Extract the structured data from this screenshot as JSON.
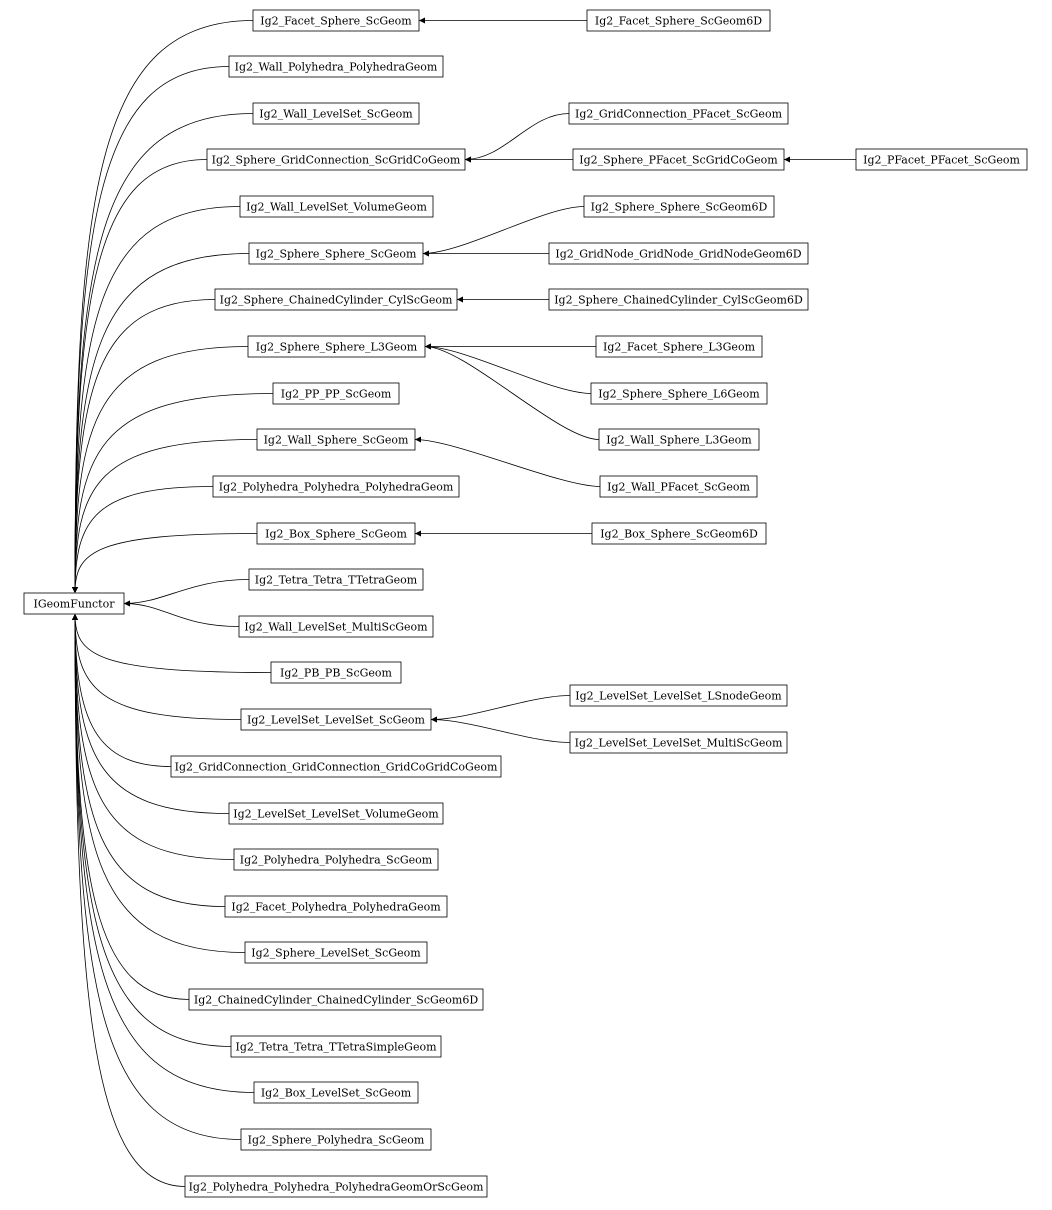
{
  "diagram": {
    "nodes": [
      {
        "id": "root",
        "label": "IGeomFunctor"
      },
      {
        "id": "a1",
        "label": "Ig2_Facet_Sphere_ScGeom"
      },
      {
        "id": "a2",
        "label": "Ig2_Wall_Polyhedra_PolyhedraGeom"
      },
      {
        "id": "a3",
        "label": "Ig2_Wall_LevelSet_ScGeom"
      },
      {
        "id": "a4",
        "label": "Ig2_Sphere_GridConnection_ScGridCoGeom"
      },
      {
        "id": "a5",
        "label": "Ig2_Wall_LevelSet_VolumeGeom"
      },
      {
        "id": "a6",
        "label": "Ig2_Sphere_Sphere_ScGeom"
      },
      {
        "id": "a7",
        "label": "Ig2_Sphere_ChainedCylinder_CylScGeom"
      },
      {
        "id": "a8",
        "label": "Ig2_Sphere_Sphere_L3Geom"
      },
      {
        "id": "a9",
        "label": "Ig2_PP_PP_ScGeom"
      },
      {
        "id": "a10",
        "label": "Ig2_Wall_Sphere_ScGeom"
      },
      {
        "id": "a11",
        "label": "Ig2_Polyhedra_Polyhedra_PolyhedraGeom"
      },
      {
        "id": "a12",
        "label": "Ig2_Box_Sphere_ScGeom"
      },
      {
        "id": "a13",
        "label": "Ig2_Tetra_Tetra_TTetraGeom"
      },
      {
        "id": "a14",
        "label": "Ig2_Wall_LevelSet_MultiScGeom"
      },
      {
        "id": "a15",
        "label": "Ig2_PB_PB_ScGeom"
      },
      {
        "id": "a16",
        "label": "Ig2_LevelSet_LevelSet_ScGeom"
      },
      {
        "id": "a17",
        "label": "Ig2_GridConnection_GridConnection_GridCoGridCoGeom"
      },
      {
        "id": "a18",
        "label": "Ig2_LevelSet_LevelSet_VolumeGeom"
      },
      {
        "id": "a19",
        "label": "Ig2_Polyhedra_Polyhedra_ScGeom"
      },
      {
        "id": "a20",
        "label": "Ig2_Facet_Polyhedra_PolyhedraGeom"
      },
      {
        "id": "a21",
        "label": "Ig2_Sphere_LevelSet_ScGeom"
      },
      {
        "id": "a22",
        "label": "Ig2_ChainedCylinder_ChainedCylinder_ScGeom6D"
      },
      {
        "id": "a23",
        "label": "Ig2_Tetra_Tetra_TTetraSimpleGeom"
      },
      {
        "id": "a24",
        "label": "Ig2_Box_LevelSet_ScGeom"
      },
      {
        "id": "a25",
        "label": "Ig2_Sphere_Polyhedra_ScGeom"
      },
      {
        "id": "a26",
        "label": "Ig2_Polyhedra_Polyhedra_PolyhedraGeomOrScGeom"
      },
      {
        "id": "b1",
        "label": "Ig2_Facet_Sphere_ScGeom6D"
      },
      {
        "id": "b2",
        "label": "Ig2_GridConnection_PFacet_ScGeom"
      },
      {
        "id": "b3",
        "label": "Ig2_Sphere_PFacet_ScGridCoGeom"
      },
      {
        "id": "b4",
        "label": "Ig2_Sphere_Sphere_ScGeom6D"
      },
      {
        "id": "b5",
        "label": "Ig2_GridNode_GridNode_GridNodeGeom6D"
      },
      {
        "id": "b6",
        "label": "Ig2_Sphere_ChainedCylinder_CylScGeom6D"
      },
      {
        "id": "b7",
        "label": "Ig2_Facet_Sphere_L3Geom"
      },
      {
        "id": "b8",
        "label": "Ig2_Sphere_Sphere_L6Geom"
      },
      {
        "id": "b9",
        "label": "Ig2_Wall_Sphere_L3Geom"
      },
      {
        "id": "b10",
        "label": "Ig2_Wall_PFacet_ScGeom"
      },
      {
        "id": "b11",
        "label": "Ig2_Box_Sphere_ScGeom6D"
      },
      {
        "id": "b12",
        "label": "Ig2_LevelSet_LevelSet_LSnodeGeom"
      },
      {
        "id": "b13",
        "label": "Ig2_LevelSet_LevelSet_MultiScGeom"
      },
      {
        "id": "c1",
        "label": "Ig2_PFacet_PFacet_ScGeom"
      }
    ],
    "edges": [
      {
        "from": "a1",
        "to": "root"
      },
      {
        "from": "a2",
        "to": "root"
      },
      {
        "from": "a3",
        "to": "root"
      },
      {
        "from": "a4",
        "to": "root"
      },
      {
        "from": "a5",
        "to": "root"
      },
      {
        "from": "a6",
        "to": "root"
      },
      {
        "from": "a7",
        "to": "root"
      },
      {
        "from": "a8",
        "to": "root"
      },
      {
        "from": "a9",
        "to": "root"
      },
      {
        "from": "a10",
        "to": "root"
      },
      {
        "from": "a11",
        "to": "root"
      },
      {
        "from": "a12",
        "to": "root"
      },
      {
        "from": "a13",
        "to": "root"
      },
      {
        "from": "a14",
        "to": "root"
      },
      {
        "from": "a15",
        "to": "root"
      },
      {
        "from": "a16",
        "to": "root"
      },
      {
        "from": "a17",
        "to": "root"
      },
      {
        "from": "a18",
        "to": "root"
      },
      {
        "from": "a19",
        "to": "root"
      },
      {
        "from": "a20",
        "to": "root"
      },
      {
        "from": "a21",
        "to": "root"
      },
      {
        "from": "a22",
        "to": "root"
      },
      {
        "from": "a23",
        "to": "root"
      },
      {
        "from": "a24",
        "to": "root"
      },
      {
        "from": "a25",
        "to": "root"
      },
      {
        "from": "a26",
        "to": "root"
      },
      {
        "from": "b1",
        "to": "a1"
      },
      {
        "from": "b2",
        "to": "a4"
      },
      {
        "from": "b3",
        "to": "a4"
      },
      {
        "from": "c1",
        "to": "b3"
      },
      {
        "from": "b4",
        "to": "a6"
      },
      {
        "from": "b5",
        "to": "a6"
      },
      {
        "from": "b6",
        "to": "a7"
      },
      {
        "from": "b7",
        "to": "a8"
      },
      {
        "from": "b8",
        "to": "a8"
      },
      {
        "from": "b9",
        "to": "a8"
      },
      {
        "from": "b10",
        "to": "a10"
      },
      {
        "from": "b11",
        "to": "a12"
      },
      {
        "from": "b12",
        "to": "a16"
      },
      {
        "from": "b13",
        "to": "a16"
      }
    ]
  }
}
